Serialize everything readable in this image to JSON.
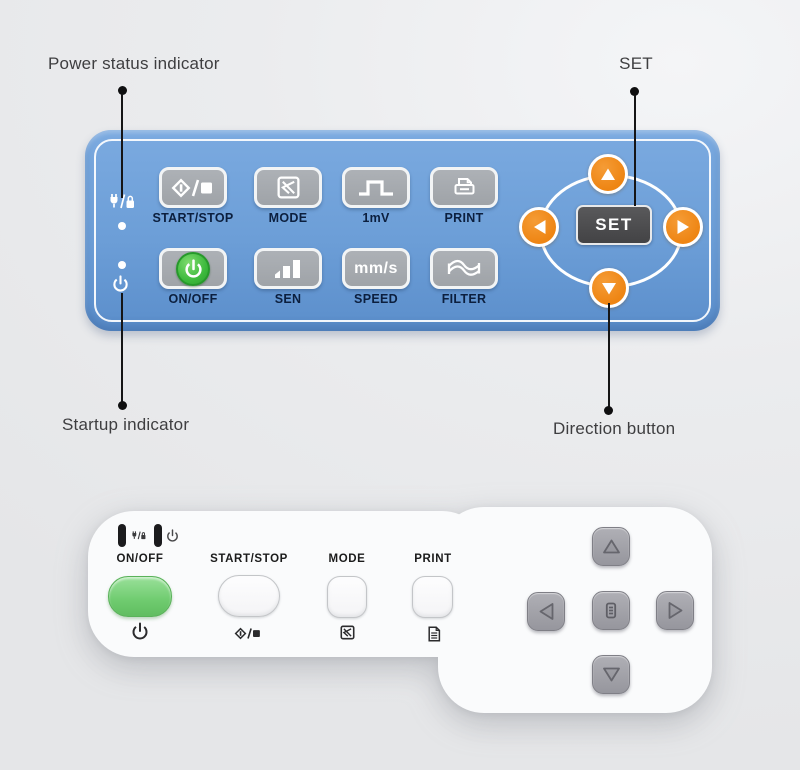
{
  "annotations": {
    "power_status": "Power status indicator",
    "set": "SET",
    "startup": "Startup indicator",
    "direction": "Direction button"
  },
  "membrane_panel": {
    "keys_top": [
      {
        "label": "START/STOP",
        "icon": "start-stop-icon"
      },
      {
        "label": "MODE",
        "icon": "mode-icon"
      },
      {
        "label": "1mV",
        "icon": "calibration-pulse-icon"
      },
      {
        "label": "PRINT",
        "icon": "printer-icon"
      }
    ],
    "keys_bottom": [
      {
        "label": "ON/OFF",
        "icon": "power-icon"
      },
      {
        "label": "SEN",
        "icon": "sensitivity-bars-icon"
      },
      {
        "label": "SPEED",
        "icon_text": "mm/s"
      },
      {
        "label": "FILTER",
        "icon": "filter-wave-icon"
      }
    ],
    "set_key_label": "SET",
    "indicators": {
      "power_status_icon": "plug-battery-icon",
      "startup_icon": "power-icon"
    },
    "colors": {
      "panel_blue": "#6C9ED7",
      "key_gray": "#A5A9AE",
      "arrow_orange": "#EE8513",
      "set_dark": "#4B4B4D",
      "power_green": "#3CB93C",
      "label_navy": "#0C1F3E"
    }
  },
  "device_panel": {
    "labels": {
      "on_off": "ON/OFF",
      "start_stop": "START/STOP",
      "mode": "MODE",
      "print": "PRINT"
    },
    "colors": {
      "body_white": "#FAFBFC",
      "button_green": "#74CE74",
      "pad_gray": "#9B9BA1"
    }
  }
}
